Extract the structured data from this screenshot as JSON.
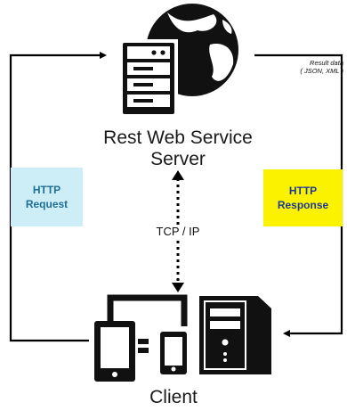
{
  "diagram": {
    "server_label": "Rest Web Service Server",
    "client_label": "Client",
    "request_box": {
      "line1": "HTTP",
      "line2": "Request",
      "color": "#cdeef6",
      "text_color": "#1e6e96"
    },
    "response_box": {
      "line1": "HTTP",
      "line2": "Response",
      "color": "#fbf200",
      "text_color": "#1e3a99"
    },
    "connection_label": "TCP / IP",
    "result_note": {
      "line1": "Result data",
      "line2": "( JSON, XML )"
    },
    "icons": [
      "globe-server-icon",
      "devices-icon",
      "desktop-tower-icon"
    ]
  }
}
